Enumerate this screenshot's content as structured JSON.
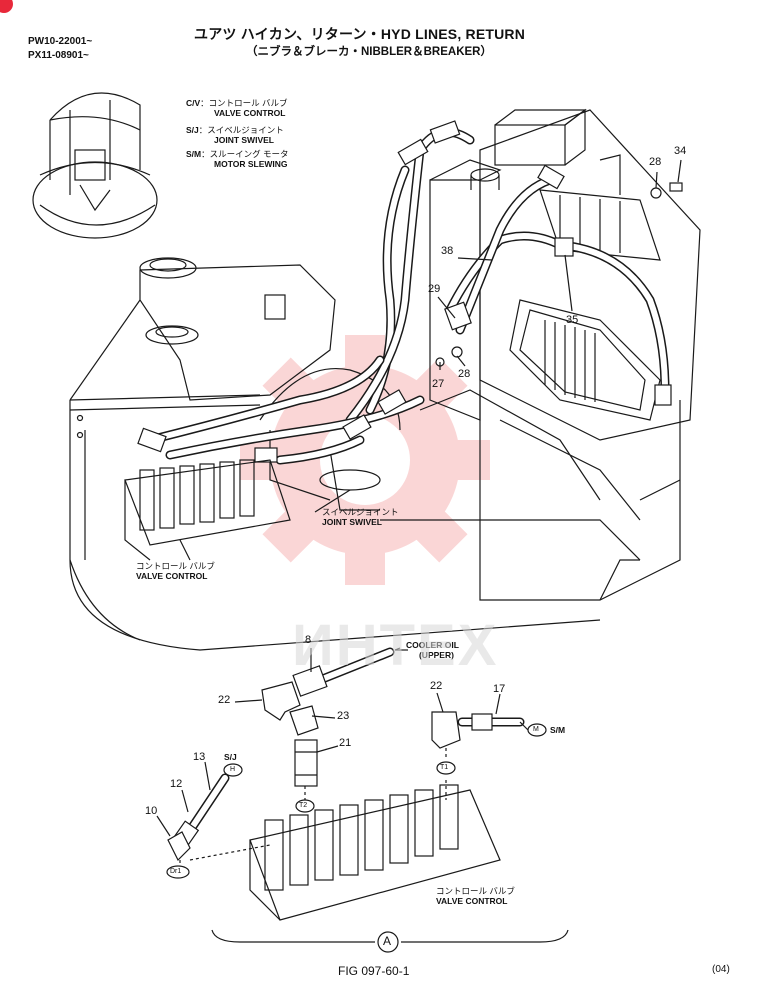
{
  "title": {
    "line1": "ユアツ ハイカン、リターン・HYD LINES, RETURN",
    "line2": "（ニブラ＆ブレーカ・NIBBLER＆BREAKER）"
  },
  "serials": [
    "PW10-22001~",
    "PX11-08901~"
  ],
  "legend": [
    {
      "abbr": "C/V",
      "jp": "：コントロール バルブ",
      "en": "VALVE CONTROL"
    },
    {
      "abbr": "S/J",
      "jp": "：スイベルジョイント",
      "en": "JOINT SWIVEL"
    },
    {
      "abbr": "S/M",
      "jp": "：スルーイング モータ",
      "en": "MOTOR SLEWING"
    }
  ],
  "callouts": {
    "c28a": "28",
    "c34": "34",
    "c38": "38",
    "c29": "29",
    "c35": "35",
    "c27": "27",
    "c28b": "28",
    "c8": "8",
    "c22a": "22",
    "c23": "23",
    "c21": "21",
    "c22b": "22",
    "c17": "17",
    "c13": "13",
    "c12": "12",
    "c10": "10"
  },
  "labels": {
    "joint_swivel": {
      "jp": "スイベルジョイント",
      "en": "JOINT SWIVEL"
    },
    "valve_control_top": {
      "jp": "コントロール バルブ",
      "en": "VALVE CONTROL"
    },
    "valve_control_bottom": {
      "jp": "コントロール バルブ",
      "en": "VALVE CONTROL"
    },
    "cooler_oil": {
      "line1": "COOLER OIL",
      "line2": "(UPPER)"
    }
  },
  "ports": {
    "m": "M",
    "sm": "S/M",
    "sj": "S/J",
    "h": "H",
    "t1": "T1",
    "t2": "T2",
    "dr1": "Dr1",
    "a": "A"
  },
  "watermark": "ИНТЕХ",
  "figure": "FIG  097-60-1",
  "revision": "(04)",
  "colors": {
    "watermark": "#f07070",
    "ink": "#1a1a1a",
    "corner": "#e8283a"
  }
}
